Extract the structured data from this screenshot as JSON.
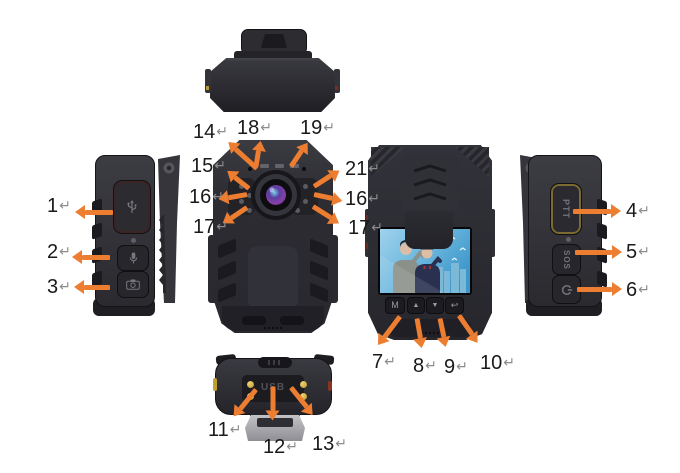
{
  "figure": {
    "background": "#ffffff",
    "arrow_color": "#ED7D31",
    "label_color": "#1a1a1a",
    "return_mark": "↵",
    "return_mark_color": "#8c8c8c"
  },
  "callouts": [
    {
      "number": "1"
    },
    {
      "number": "2"
    },
    {
      "number": "3"
    },
    {
      "number": "4"
    },
    {
      "number": "5"
    },
    {
      "number": "6"
    },
    {
      "number": "7"
    },
    {
      "number": "8"
    },
    {
      "number": "9"
    },
    {
      "number": "10"
    },
    {
      "number": "11"
    },
    {
      "number": "12"
    },
    {
      "number": "13"
    },
    {
      "number": "14"
    },
    {
      "number": "15"
    },
    {
      "number": "16"
    },
    {
      "number": "17"
    },
    {
      "number": "18"
    },
    {
      "number": "19"
    },
    {
      "number": "21"
    },
    {
      "number": "16"
    },
    {
      "number": "17"
    }
  ],
  "device_text": {
    "ptt": "PTT",
    "sos": "SOS",
    "usb": "USB",
    "menu_button": "M",
    "up_button": "▲",
    "down_button": "▼",
    "back_button": "↩"
  }
}
